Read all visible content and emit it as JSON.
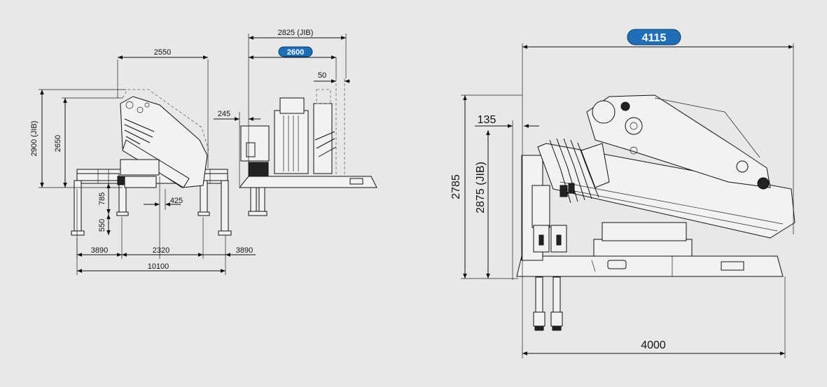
{
  "dimensions": {
    "d2550": "2550",
    "d2825_jib": "2825 (JIB)",
    "d2600": "2600",
    "d50": "50",
    "d245": "245",
    "d2900_jib": "2900 (JIB)",
    "d2650": "2650",
    "d785": "785",
    "d550": "550",
    "d425": "425",
    "d3890_left": "3890",
    "d2320": "2320",
    "d3890_right": "3890",
    "d10100": "10100",
    "d4115": "4115",
    "d135": "135",
    "d2785": "2785",
    "d2875_jib": "2875 (JIB)",
    "d4000": "4000"
  },
  "colors": {
    "background": "#e8e8e8",
    "badge_fill": "#1e6fb8",
    "badge_text": "#ffffff",
    "line": "#111111"
  }
}
